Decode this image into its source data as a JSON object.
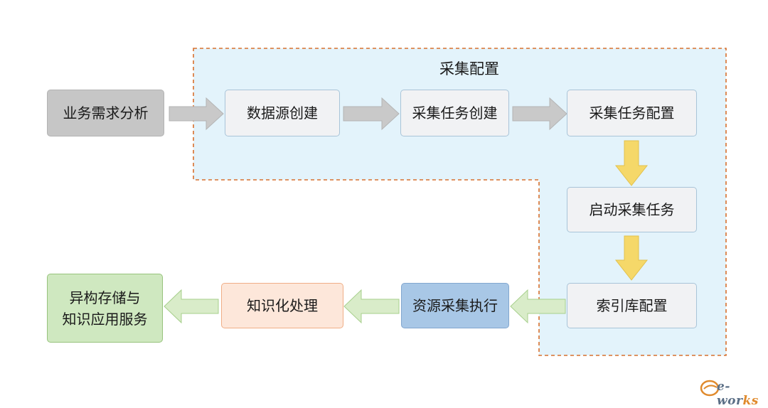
{
  "region": {
    "label": "采集配置"
  },
  "steps": {
    "business_analysis": "业务需求分析",
    "datasource_create": "数据源创建",
    "task_create": "采集任务创建",
    "task_config": "采集任务配置",
    "task_start": "启动采集任务",
    "index_config": "索引库配置",
    "resource_collect": "资源采集执行",
    "knowledge_process": "知识化处理",
    "storage_service": [
      "异构存储与",
      "知识应用服务"
    ]
  },
  "colors": {
    "region_fill": "#e3f3fb",
    "region_border": "#d7702e",
    "gray_arrow": "#c9c9c9",
    "yellow_arrow": "#f5d869",
    "green_arrow": "#d9ecc9"
  },
  "logo": {
    "prefix": "e-wor",
    "suffix": "ks",
    "icon": "e-works-logo"
  }
}
